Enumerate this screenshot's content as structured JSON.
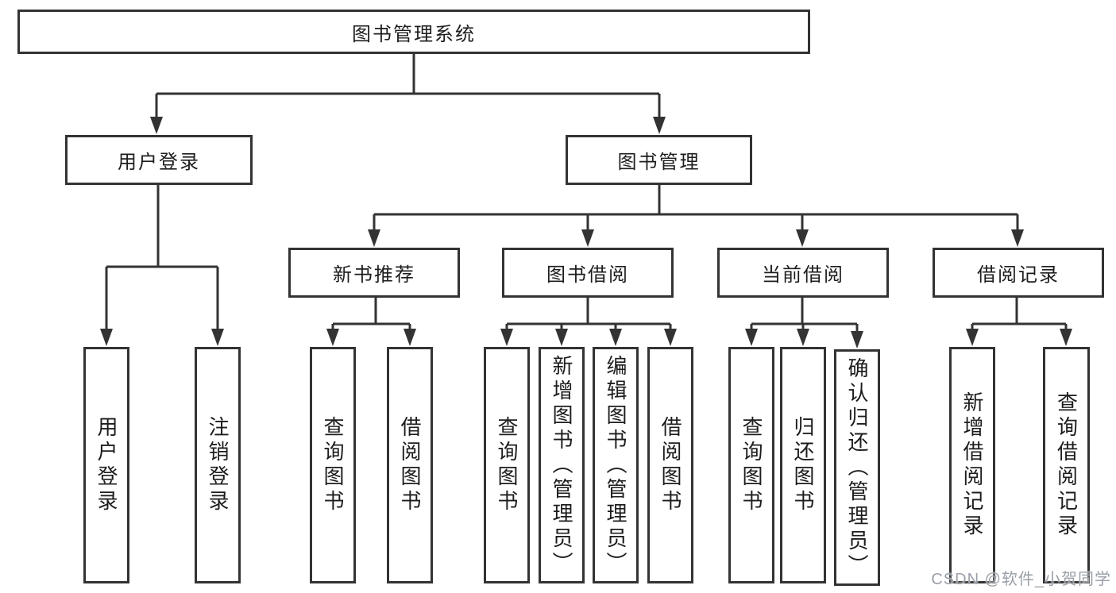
{
  "diagram": {
    "root": {
      "label": "图书管理系统"
    },
    "level2": [
      {
        "label": "用户登录"
      },
      {
        "label": "图书管理"
      }
    ],
    "level3": [
      {
        "label": "新书推荐"
      },
      {
        "label": "图书借阅"
      },
      {
        "label": "当前借阅"
      },
      {
        "label": "借阅记录"
      }
    ],
    "children": {
      "user_login": [
        "用户登录",
        "注销登录"
      ],
      "new_book": [
        "查询图书",
        "借阅图书"
      ],
      "book_borrow": [
        "查询图书",
        "新增图书（管理员）",
        "编辑图书（管理员）",
        "借阅图书"
      ],
      "current_borrow": [
        "查询图书",
        "归还图书",
        "确认归还（管理员）"
      ],
      "borrow_records": [
        "新增借阅记录",
        "查询借阅记录"
      ]
    }
  },
  "watermark": {
    "text": "CSDN @软件_小贺同学"
  },
  "colors": {
    "line": "#333333",
    "box_fill": "#ffffff",
    "text": "#1d1d1d",
    "watermark": "#9aa0a8"
  }
}
